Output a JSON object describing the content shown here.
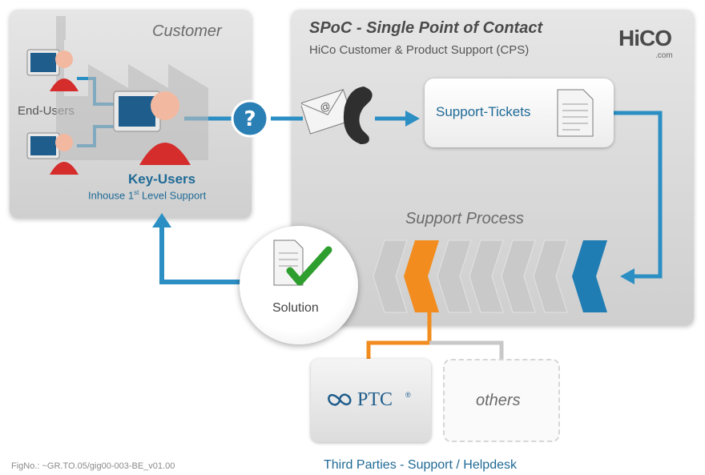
{
  "customer": {
    "title": "Customer",
    "end_users_label": "End-Users",
    "key_users_label": "Key-Users",
    "key_users_sub_pre": "Inhouse 1",
    "key_users_sub_sup": "st",
    "key_users_sub_post": " Level Support"
  },
  "spoc": {
    "title": "SPoC - Single Point of Contact",
    "subtitle": "HiCo Customer & Product Support (CPS)",
    "logo_text": "HiCO",
    "logo_sub": ".com"
  },
  "tickets": {
    "label": "Support-Tickets"
  },
  "process": {
    "label": "Support Process"
  },
  "solution": {
    "label": "Solution"
  },
  "third_parties": {
    "ptc_label": "PTC",
    "ptc_mark": "®",
    "others_label": "others",
    "caption": "Third Parties - Support / Helpdesk"
  },
  "figno": "FigNo.: ~GR.TO.05/gig00-003-BE_v01.00",
  "colors": {
    "flow_blue": "#1f7db3",
    "flow_light": "#3ea8d8",
    "orange": "#f28c1e",
    "chevron_gray": "#c4c4c4",
    "text_blue": "#1f6a96"
  }
}
